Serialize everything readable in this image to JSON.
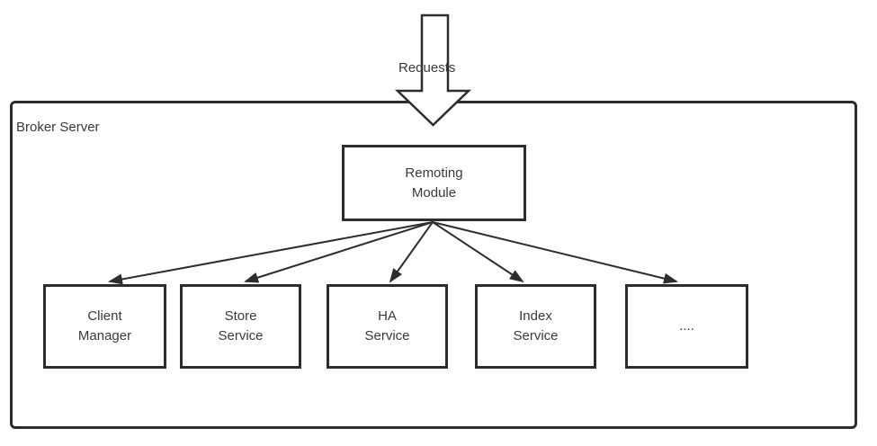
{
  "diagram": {
    "requests_label": "Requests",
    "container_label": "Broker Server",
    "remoting_label": "Remoting\nModule",
    "services": [
      {
        "label": "Client\nManager"
      },
      {
        "label": "Store\nService"
      },
      {
        "label": "HA\nService"
      },
      {
        "label": "Index\nService"
      },
      {
        "label": "...."
      }
    ],
    "colors": {
      "stroke": "#2d2d2d",
      "text": "#3a3a3a",
      "background": "#ffffff"
    }
  }
}
